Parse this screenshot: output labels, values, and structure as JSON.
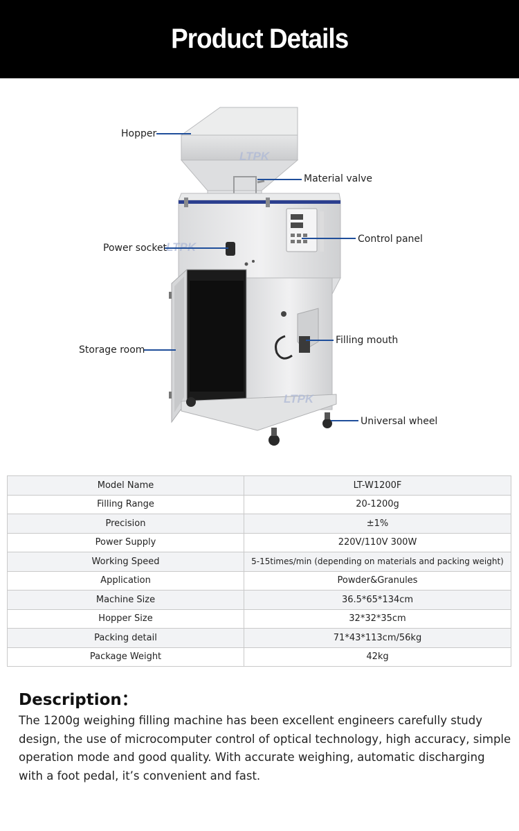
{
  "header": {
    "title": "Product Details"
  },
  "figure": {
    "watermark": "LTPK",
    "callouts": {
      "hopper": "Hopper",
      "material_valve": "Material valve",
      "power_socket": "Power socket",
      "control_panel": "Control panel",
      "storage_room": "Storage room",
      "filling_mouth": "Filling mouth",
      "universal_wheel": "Universal wheel"
    },
    "callout_line_color": "#1f4e9a",
    "accent_stripe_color": "#2b3f8f"
  },
  "specs": [
    {
      "key": "Model Name",
      "value": "LT-W1200F"
    },
    {
      "key": "Filling Range",
      "value": "20-1200g"
    },
    {
      "key": "Precision",
      "value": "±1%"
    },
    {
      "key": "Power Supply",
      "value": "220V/110V 300W"
    },
    {
      "key": "Working Speed",
      "value": "5-15times/min (depending on materials and packing weight)"
    },
    {
      "key": "Application",
      "value": "Powder&Granules"
    },
    {
      "key": "Machine Size",
      "value": "36.5*65*134cm"
    },
    {
      "key": "Hopper Size",
      "value": "32*32*35cm"
    },
    {
      "key": "Packing detail",
      "value": "71*43*113cm/56kg"
    },
    {
      "key": "Package Weight",
      "value": "42kg"
    }
  ],
  "description": {
    "title": "Description：",
    "body": "The 1200g weighing filling machine has been excellent engineers carefully study design, the use of microcomputer control of optical technology, high accuracy, simple operation mode and good quality. With accurate weighing, automatic discharging with a foot pedal, it’s convenient and fast."
  }
}
